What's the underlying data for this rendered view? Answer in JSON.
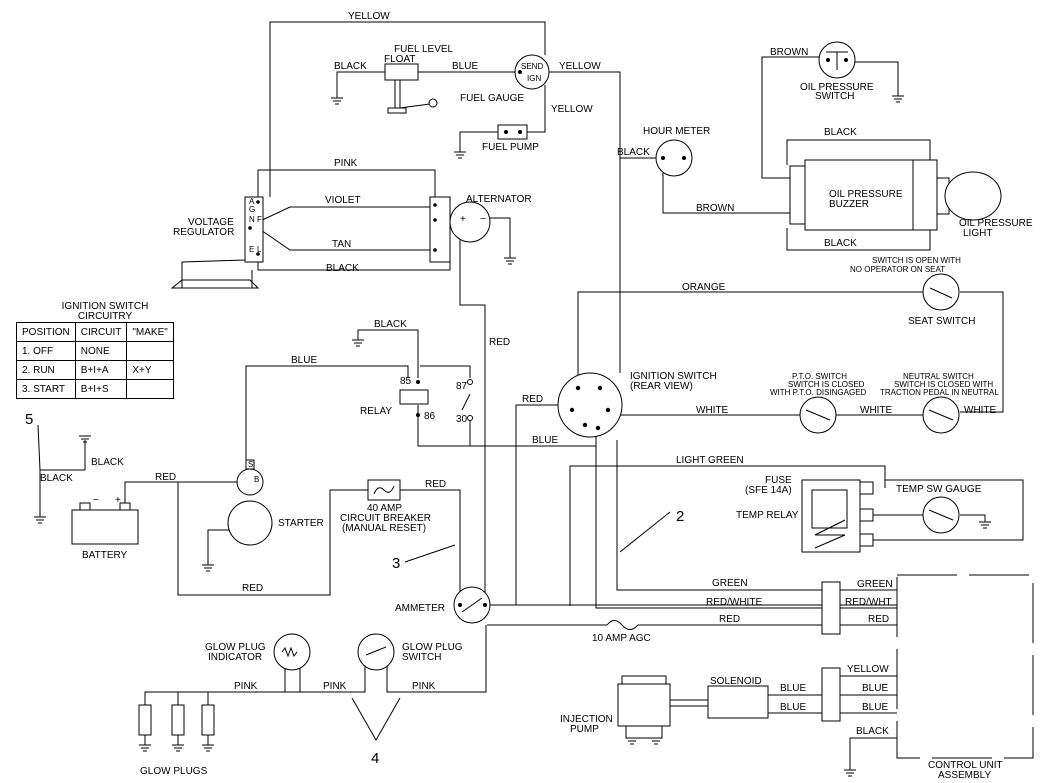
{
  "wire_labels": {
    "yellow_top": "YELLOW",
    "black_float": "BLACK",
    "blue_float": "BLUE",
    "yellow_send": "YELLOW",
    "yellow_pump": "YELLOW",
    "brown_oil": "BROWN",
    "black_buzzer_top": "BLACK",
    "black_buzzer_bottom": "BLACK",
    "black_hour": "BLACK",
    "brown_hour": "BROWN",
    "pink_reg": "PINK",
    "violet_reg": "VIOLET",
    "tan_reg": "TAN",
    "black_reg": "BLACK",
    "orange": "ORANGE",
    "black_relay": "BLACK",
    "blue_relay": "BLUE",
    "red_alt": "RED",
    "red_ign": "RED",
    "blue_ign": "BLUE",
    "white_1": "WHITE",
    "white_2": "WHITE",
    "white_3": "WHITE",
    "light_green": "LIGHT GREEN",
    "black_batt": "BLACK",
    "black_batt2": "BLACK",
    "red_batt": "RED",
    "red_cb": "RED",
    "red_bottom": "RED",
    "green_1": "GREEN",
    "green_2": "GREEN",
    "redwhite_1": "RED/WHITE",
    "redwhite_2": "RED/WHT",
    "red_cu1": "RED",
    "red_cu2": "RED",
    "yellow_cu": "YELLOW",
    "blue_sol1": "BLUE",
    "blue_sol2": "BLUE",
    "blue_cu1": "BLUE",
    "blue_cu2": "BLUE",
    "black_cu": "BLACK",
    "pink_gp1": "PINK",
    "pink_gp2": "PINK",
    "pink_gp3": "PINK"
  },
  "components": {
    "fuel_level_float": [
      "FUEL LEVEL",
      "FLOAT"
    ],
    "fuel_gauge": "FUEL GAUGE",
    "send": "SEND",
    "ign": "IGN",
    "fuel_pump": "FUEL PUMP",
    "oil_pressure_switch": [
      "OIL PRESSURE",
      "SWITCH"
    ],
    "hour_meter": "HOUR METER",
    "oil_pressure_buzzer": [
      "OIL PRESSURE",
      "BUZZER"
    ],
    "oil_pressure_light": [
      "OIL PRESSURE",
      "LIGHT"
    ],
    "voltage_regulator": [
      "VOLTAGE",
      "REGULATOR"
    ],
    "alternator": "ALTERNATOR",
    "seat_switch_note": [
      "SWITCH IS OPEN WITH",
      "NO OPERATOR ON SEAT"
    ],
    "seat_switch": "SEAT SWITCH",
    "relay": "RELAY",
    "ignition_switch": [
      "IGNITION SWITCH",
      "(REAR VIEW)"
    ],
    "pto_switch": [
      "P.T.O. SWITCH",
      "SWITCH IS CLOSED",
      "WITH P.T.O. DISINGAGED"
    ],
    "neutral_switch": [
      "NEUTRAL SWITCH",
      "SWITCH IS CLOSED WITH",
      "TRACTION PEDAL IN NEUTRAL"
    ],
    "fuse": [
      "FUSE",
      "(SFE 14A)"
    ],
    "temp_sw_gauge": "TEMP SW GAUGE",
    "temp_relay": "TEMP RELAY",
    "battery": "BATTERY",
    "starter": "STARTER",
    "circuit_breaker": [
      "40 AMP",
      "CIRCUIT BREAKER",
      "(MANUAL RESET)"
    ],
    "ammeter": "AMMETER",
    "agc": "10 AMP AGC",
    "glow_plug_indicator": [
      "GLOW PLUG",
      "INDICATOR"
    ],
    "glow_plug_switch": [
      "GLOW PLUG",
      "SWITCH"
    ],
    "glow_plugs": "GLOW PLUGS",
    "solenoid": "SOLENOID",
    "injection_pump": [
      "INJECTION",
      "PUMP"
    ],
    "control_unit": [
      "CONTROL UNIT",
      "ASSEMBLY"
    ]
  },
  "terminals": {
    "reg_ag": [
      "A",
      "G"
    ],
    "reg_n": "N",
    "reg_f": "F",
    "reg_el": [
      "E",
      "L"
    ],
    "alt_plus": "+",
    "alt_minus": "−",
    "relay_85": "85",
    "relay_86": "86",
    "relay_87": "87",
    "relay_30": "30",
    "starter_s": "S",
    "starter_b": "B",
    "batt_minus": "−",
    "batt_plus": "+"
  },
  "callouts": [
    "5",
    "3",
    "2",
    "4"
  ],
  "ignition_table": {
    "title": [
      "IGNITION SWITCH",
      "CIRCUITRY"
    ],
    "headers": [
      "POSITION",
      "CIRCUIT",
      "\"MAKE\""
    ],
    "rows": [
      [
        "1.  OFF",
        "NONE",
        ""
      ],
      [
        "2.  RUN",
        "B+I+A",
        "X+Y"
      ],
      [
        "3.  START",
        "B+I+S",
        ""
      ]
    ]
  }
}
